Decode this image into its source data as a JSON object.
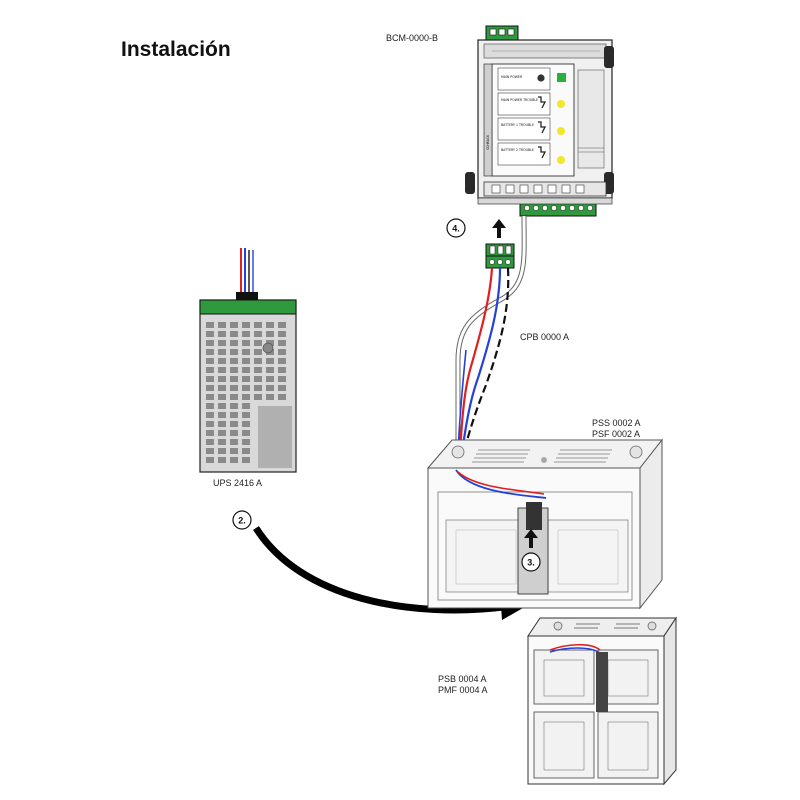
{
  "title": "Instalación",
  "devices": {
    "bcm": "BCM-0000-B",
    "cable": "CPB 0000 A",
    "ups": "UPS 2416 A",
    "pss_line1": "PSS 0002 A",
    "pss_line2": "PSF 0002 A",
    "psb_line1": "PSB 0004 A",
    "psb_line2": "PMF 0004 A"
  },
  "bcm_panel": {
    "rows": [
      "MAIN POWER",
      "MAIN POWER TROUBLE",
      "BATTERY 1 TROUBLE",
      "BATTERY 2 TROUBLE"
    ],
    "side_label": "SCHRACK"
  },
  "steps": [
    "2.",
    "3.",
    "4."
  ],
  "colors": {
    "connector_green": "#2f9a3d",
    "led_yellow": "#f2e62a",
    "led_green": "#27b03a",
    "wire_red": "#e02020",
    "wire_blue": "#2442d8",
    "wire_black": "#111111"
  }
}
